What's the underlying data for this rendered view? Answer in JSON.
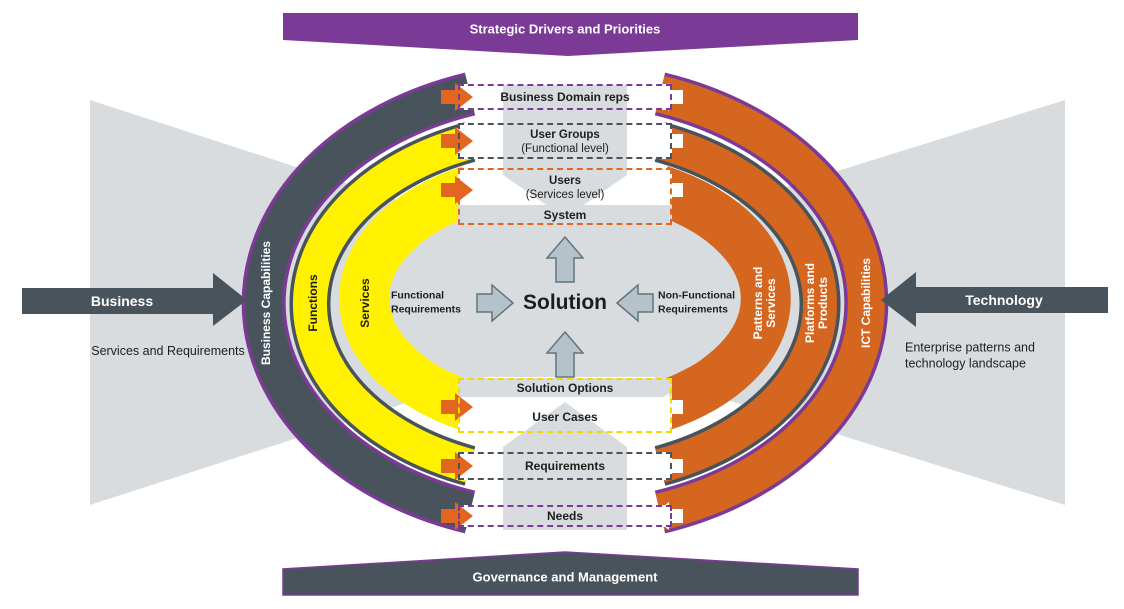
{
  "banners": {
    "top": "Strategic Drivers and Priorities",
    "bottom": "Governance and Management"
  },
  "left_flow": {
    "title": "Business",
    "subtitle": "Services and Requirements"
  },
  "right_flow": {
    "title": "Technology",
    "subtitle": "Enterprise patterns and technology landscape"
  },
  "rings": {
    "outer_left": "Business Capabilities",
    "middle_left": "Functions",
    "inner_left": "Services",
    "inner_right": "Patterns and Services",
    "middle_right": "Platforms and Products",
    "outer_right": "ICT Capabilities"
  },
  "bands": {
    "business_domain_reps": "Business Domain reps",
    "user_groups": "User Groups",
    "user_groups_sub": "(Functional level)",
    "users": "Users",
    "users_sub": "(Services level)",
    "system": "System",
    "solution_options": "Solution Options",
    "user_cases": "User Cases",
    "requirements": "Requirements",
    "needs": "Needs"
  },
  "center": {
    "solution": "Solution",
    "functional_line1": "Functional",
    "functional_line2": "Requirements",
    "non_functional_line1": "Non-Functional",
    "non_functional_line2": "Requirements"
  },
  "colors": {
    "purple": "#7c3a97",
    "dark_slate": "#48535b",
    "orange_ring": "#d4661f",
    "orange_arrow": "#e2661f",
    "yellow": "#fff100",
    "light_gray": "#d9dcdf",
    "steel_arrow_fill": "#b5c2ca",
    "steel_arrow_edge": "#60747f"
  }
}
